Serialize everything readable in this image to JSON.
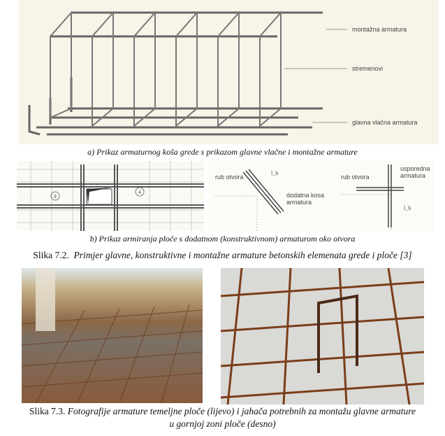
{
  "figure_a": {
    "labels": {
      "montazna": "montažna armatura",
      "stremenovi": "stremenovi",
      "glavna": "glavna vlačna armatura"
    },
    "caption": "a) Prikaz armaturnog koša grede s prikazom glavne vlačne i montažne armature"
  },
  "figure_b": {
    "left_marks": [
      "4",
      "4"
    ],
    "middle": {
      "rub": "rub otvora",
      "kosa": "dodatna kosa armatura",
      "dim": "l_b"
    },
    "right": {
      "rub": "rub otvora",
      "usporedna": "usporedna armatura",
      "dim": "l_b"
    },
    "caption": "b) Prikaz armiranja ploče s dodatnom (konstruktivnom) armaturom oko otvora"
  },
  "slika_7_2": {
    "number": "Slika 7.2.",
    "text": "Primjer glavne, konstruktivne i montažne armature betonskih elemenata grede i ploče [3]"
  },
  "slika_7_3": {
    "number": "Slika 7.3.",
    "text": "Fotografije armature temeljne ploče (lijevo) i jahača potrebnih za montažu glavne armature",
    "text2": "u gornjoj zoni ploče (desno)"
  }
}
